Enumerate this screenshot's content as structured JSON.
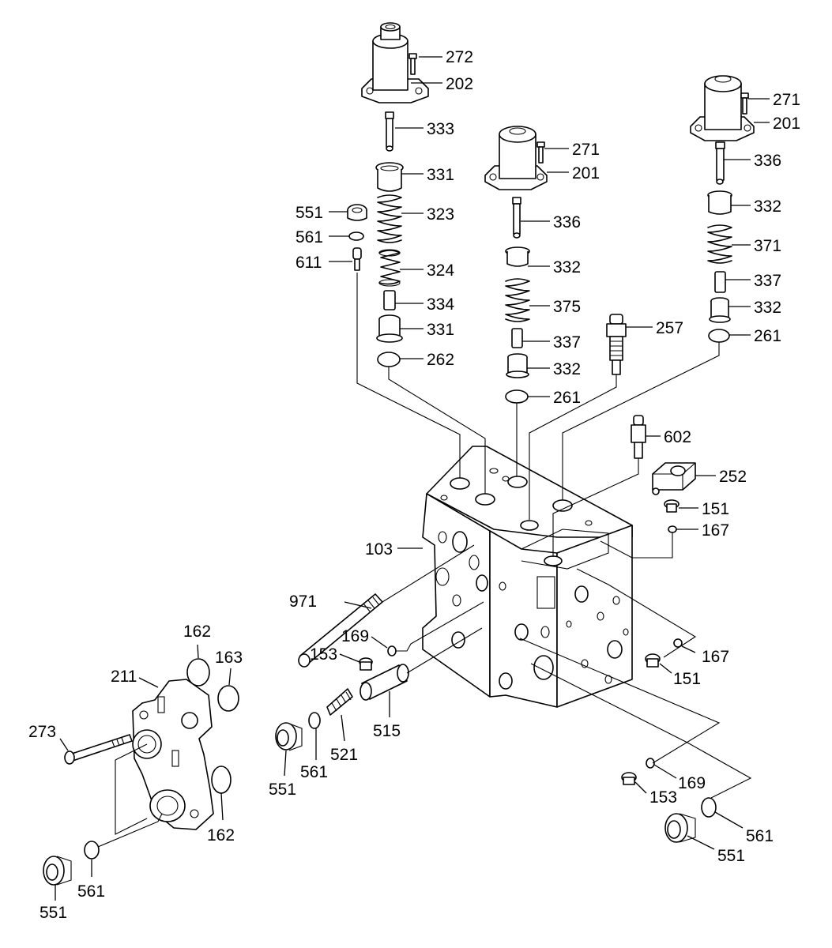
{
  "labels": {
    "l272": "272",
    "l202": "202",
    "l333": "333",
    "l331a": "331",
    "l323": "323",
    "l551a": "551",
    "l561a": "561",
    "l611": "611",
    "l324": "324",
    "l334": "334",
    "l331b": "331",
    "l262": "262",
    "l271a": "271",
    "l201a": "201",
    "l336a": "336",
    "l332a": "332",
    "l375": "375",
    "l337a": "337",
    "l332b": "332",
    "l261a": "261",
    "l271b": "271",
    "l201b": "201",
    "l336b": "336",
    "l332c": "332",
    "l371": "371",
    "l337b": "337",
    "l332d": "332",
    "l261b": "261",
    "l257": "257",
    "l602": "602",
    "l252": "252",
    "l151a": "151",
    "l167a": "167",
    "l103": "103",
    "l971": "971",
    "l169a": "169",
    "l153a": "153",
    "l167b": "167",
    "l151b": "151",
    "l515": "515",
    "l521": "521",
    "l561b": "561",
    "l551b": "551",
    "l162a": "162",
    "l163": "163",
    "l211": "211",
    "l273": "273",
    "l162b": "162",
    "l561c": "561",
    "l551c": "551",
    "l169b": "169",
    "l153b": "153",
    "l561d": "561",
    "l551d": "551"
  }
}
